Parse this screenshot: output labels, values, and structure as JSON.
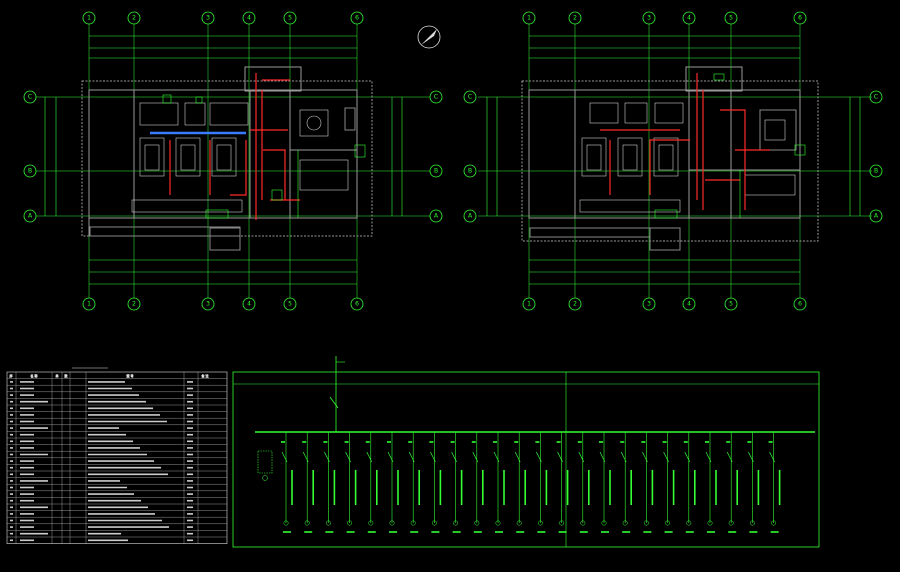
{
  "plans": [
    {
      "id": "plan-left",
      "col_axes": [
        "1",
        "2",
        "3",
        "4",
        "5",
        "6"
      ],
      "row_axes": [
        "C",
        "B",
        "A"
      ]
    },
    {
      "id": "plan-right",
      "col_axes": [
        "1",
        "2",
        "3",
        "4",
        "5",
        "6"
      ],
      "row_axes": [
        "C",
        "B",
        "A"
      ]
    }
  ],
  "table": {
    "header": [
      "序",
      "名 称",
      "单",
      "数",
      "型 号",
      "备 注"
    ]
  },
  "schematic": {
    "circuit_count": 24
  },
  "colors": {
    "grid": "#33ff33",
    "wall": "#9a9a9a",
    "red": "#ff2a2a",
    "text": "#ffffff",
    "blue": "#3a7bff"
  }
}
